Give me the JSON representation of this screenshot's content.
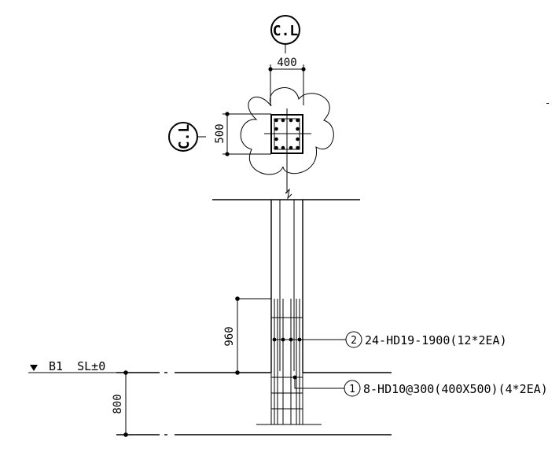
{
  "drawing": {
    "section_marks": {
      "top": "C.L",
      "left": "C.L"
    },
    "dimensions": {
      "column_width": "400",
      "column_depth": "500",
      "dowel_length": "960",
      "footing_depth": "800"
    },
    "level": {
      "label": "B1  SL±0"
    },
    "callouts": [
      {
        "number": "2",
        "text": "24-HD19-1900(12*2EA)"
      },
      {
        "number": "1",
        "text": "8-HD10@300(400X500)(4*2EA)"
      }
    ],
    "stray_mark": "-"
  }
}
